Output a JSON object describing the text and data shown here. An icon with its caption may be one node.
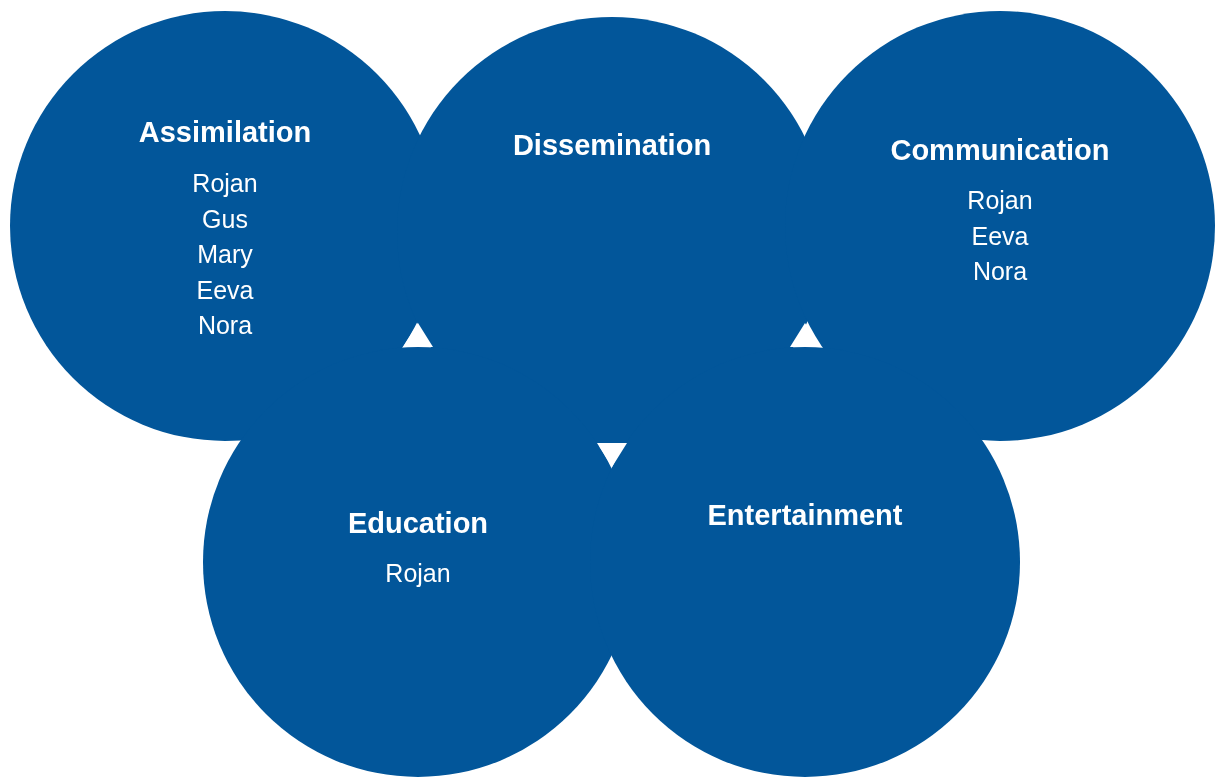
{
  "diagram": {
    "nodes": [
      {
        "text": [
          "Assimilation",
          "Rojan Gus Mary Eeva Nora"
        ]
      },
      {
        "text": [
          "Dissemination"
        ]
      },
      {
        "text": [
          "Communication",
          "Rojan Eeva Nora"
        ]
      },
      {
        "text": [
          "Education",
          "Rojan"
        ]
      },
      {
        "text": [
          "Entertainment"
        ]
      }
    ]
  }
}
